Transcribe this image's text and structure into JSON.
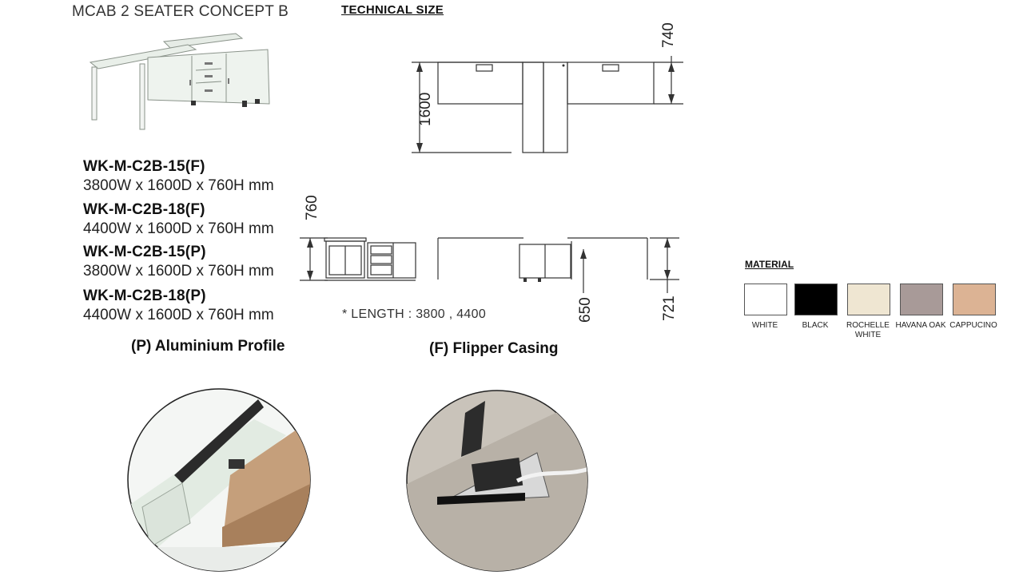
{
  "header": {
    "title": "MCAB 2 SEATER CONCEPT B",
    "technical_title": "TECHNICAL SIZE"
  },
  "models": [
    {
      "code": "WK-M-C2B-15(F)",
      "size": "3800W x 1600D x 760H mm"
    },
    {
      "code": "WK-M-C2B-18(F)",
      "size": "4400W x 1600D x 760H mm"
    },
    {
      "code": "WK-M-C2B-15(P)",
      "size": "3800W x 1600D x 760H mm"
    },
    {
      "code": "WK-M-C2B-18(P)",
      "size": "4400W x 1600D x 760H mm"
    }
  ],
  "dimensions": {
    "depth": "1600",
    "top_width": "740",
    "height": "760",
    "leg_clearance": "650",
    "panel_height": "721",
    "length_note": "* LENGTH : 3800 , 4400"
  },
  "captions": {
    "aluminium": "(P) Aluminium Profile",
    "flipper": "(F) Flipper Casing"
  },
  "material": {
    "title": "MATERIAL",
    "swatches": [
      {
        "name": "WHITE",
        "color": "#ffffff"
      },
      {
        "name": "BLACK",
        "color": "#000000"
      },
      {
        "name": "ROCHELLE WHITE",
        "color": "#efe6d2"
      },
      {
        "name": "HAVANA OAK",
        "color": "#a89a98"
      },
      {
        "name": "CAPPUCINO",
        "color": "#dcb394"
      }
    ]
  }
}
